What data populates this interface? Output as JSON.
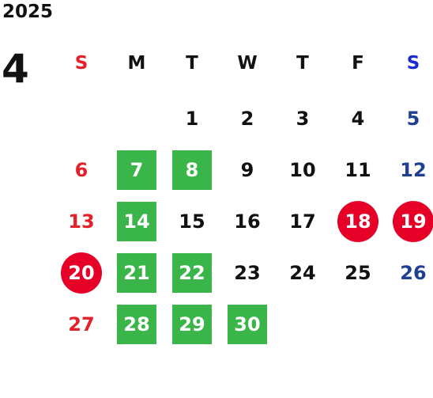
{
  "year": "2025",
  "month": "4",
  "weekdays": [
    "S",
    "M",
    "T",
    "W",
    "T",
    "F",
    "S"
  ],
  "weeks": [
    [
      "",
      "",
      "1",
      "2",
      "3",
      "4",
      "5"
    ],
    [
      "6",
      "7",
      "8",
      "9",
      "10",
      "11",
      "12"
    ],
    [
      "13",
      "14",
      "15",
      "16",
      "17",
      "18",
      "19"
    ],
    [
      "20",
      "21",
      "22",
      "23",
      "24",
      "25",
      "26"
    ],
    [
      "27",
      "28",
      "29",
      "30",
      "",
      "",
      ""
    ]
  ],
  "highlight_green": [
    "7",
    "8",
    "14",
    "21",
    "22",
    "28",
    "29",
    "30"
  ],
  "highlight_red": [
    "18",
    "19",
    "20"
  ],
  "colors": {
    "sunday": "#e4202a",
    "saturday": "#1f3f93",
    "green_box": "#39b54a",
    "red_circle": "#e60028"
  }
}
